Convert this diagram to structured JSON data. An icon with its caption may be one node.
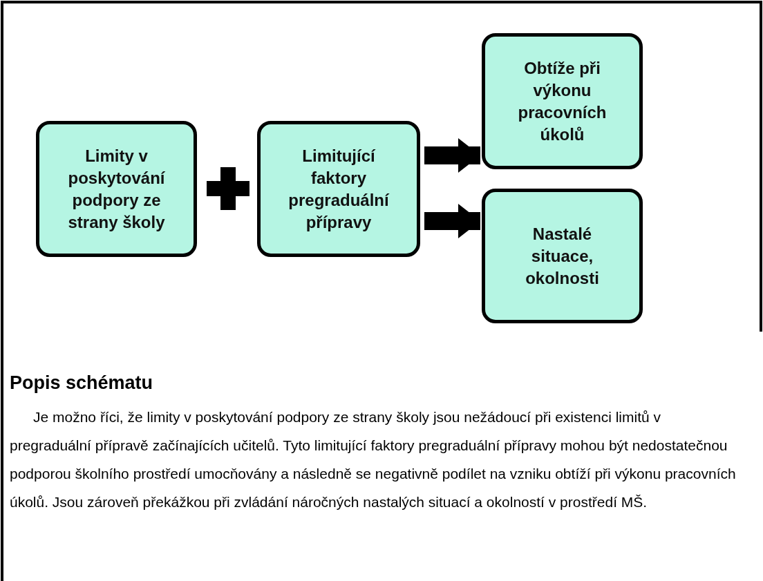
{
  "diagram": {
    "nodes": [
      {
        "text": [
          "Limity v poskytování podpory ze strany školy"
        ]
      },
      {
        "text": [
          "Limitující faktory pregraduální přípravy"
        ]
      },
      {
        "text": [
          "Obtíže při výkonu pracovních úkolů"
        ]
      },
      {
        "text": [
          "Nastalé situace, okolnosti"
        ]
      }
    ],
    "edges": [
      {
        "from": 1,
        "to": 2,
        "arrow": "to"
      },
      {
        "from": 1,
        "to": 3,
        "arrow": "to"
      }
    ],
    "labels": [
      "Popis schématu",
      "Je možno říci, že limity v poskytování podpory ze strany školy jsou nežádoucí při existenci limitů v pregraduální přípravě začínajících učitelů. Tyto limitující faktory pregraduální přípravy mohou být nedostatečnou podporou školního prostředí umocňovány a následně se negativně podílet na vzniku obtíží při výkonu pracovních úkolů. Jsou zároveň překážkou při zvládání náročných nastalých situací a okolností v prostředí MŠ."
    ]
  }
}
